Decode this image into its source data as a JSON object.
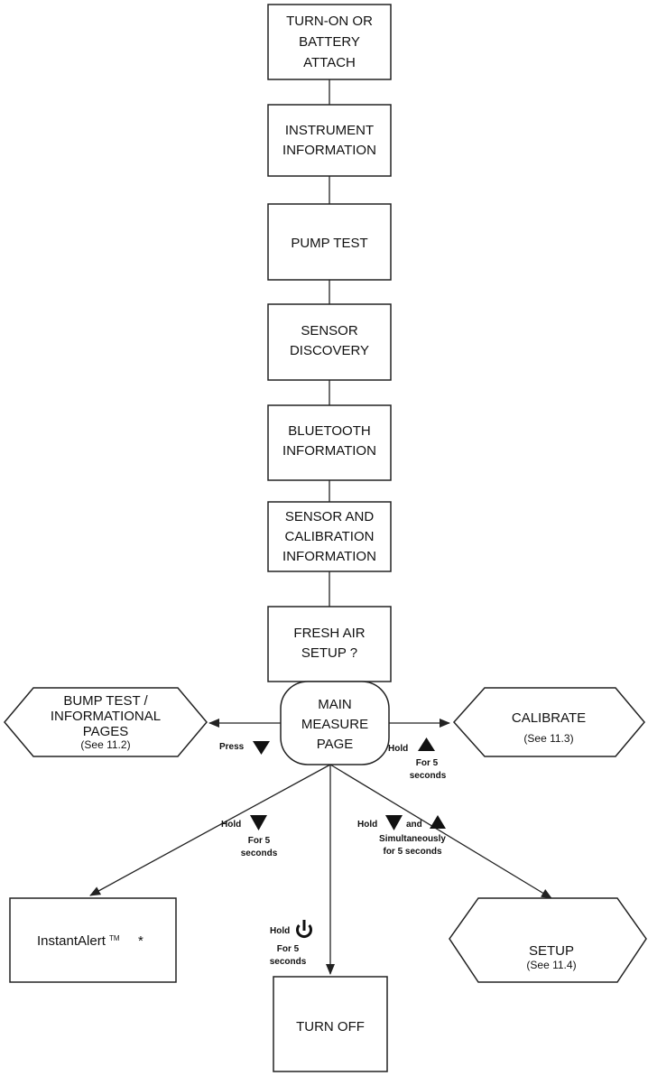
{
  "nodes": {
    "turn_on": [
      "TURN-ON OR",
      "BATTERY",
      "ATTACH"
    ],
    "instrument_info": [
      "INSTRUMENT",
      "INFORMATION"
    ],
    "pump_test": [
      "PUMP TEST"
    ],
    "sensor_discovery": [
      "SENSOR",
      "DISCOVERY"
    ],
    "bluetooth_info": [
      "BLUETOOTH",
      "INFORMATION"
    ],
    "sensor_cal_info": [
      "SENSOR AND",
      "CALIBRATION",
      "INFORMATION"
    ],
    "fresh_air": [
      "FRESH AIR",
      "SETUP ?"
    ],
    "main_measure": [
      "MAIN",
      "MEASURE",
      "PAGE"
    ],
    "bump_test": [
      "BUMP TEST /",
      "INFORMATIONAL",
      "PAGES"
    ],
    "bump_test_ref": "(See 11.2)",
    "calibrate": "CALIBRATE",
    "calibrate_ref": "(See 11.3)",
    "instant_alert": "InstantAlert",
    "instant_alert_tm": "TM",
    "instant_alert_star": "*",
    "setup": "SETUP",
    "setup_ref": "(See 11.4)",
    "turn_off": "TURN OFF"
  },
  "labels": {
    "press": "Press",
    "hold": "Hold",
    "for_5": "For 5",
    "seconds": "seconds",
    "and": "and",
    "simultaneously": "Simultaneously",
    "for_5_seconds": "for 5 seconds"
  },
  "icons": {
    "down_arrow": "down-triangle-icon",
    "up_arrow": "up-triangle-icon",
    "power": "power-icon"
  }
}
